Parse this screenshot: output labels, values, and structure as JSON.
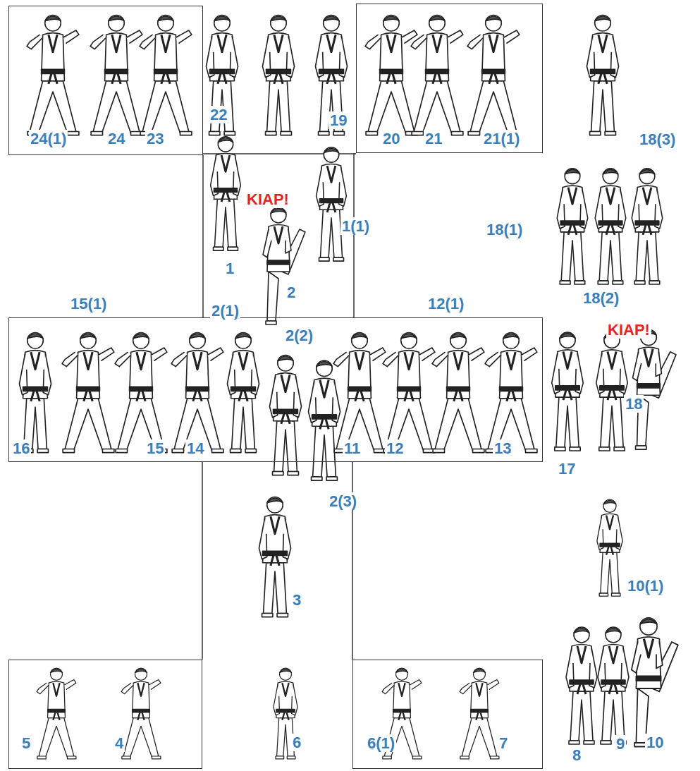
{
  "diagram": {
    "nodes": [
      {
        "text": [
          "24(1)",
          "24",
          "23"
        ]
      },
      {
        "text": [
          "20",
          "21",
          "21(1)"
        ]
      },
      {
        "text": [
          "16",
          "15",
          "14",
          "2(2)",
          "11",
          "12",
          "13"
        ]
      },
      {
        "text": [
          "5",
          "4"
        ]
      },
      {
        "text": [
          "6(1)",
          "7"
        ]
      }
    ],
    "edges": [
      {
        "from": 0,
        "to": 2,
        "arrow": "none"
      },
      {
        "from": 1,
        "to": 2,
        "arrow": "none"
      },
      {
        "from": 2,
        "to": 3,
        "arrow": "none"
      },
      {
        "from": 2,
        "to": 4,
        "arrow": "none"
      }
    ],
    "labels": [
      "22",
      "19",
      "18(3)",
      "1",
      "KIAP!",
      "1(1)",
      "18(1)",
      "18(2)",
      "2",
      "15(1)",
      "2(1)",
      "12(1)",
      "17",
      "KIAP!",
      "18",
      "2(3)",
      "3",
      "10(1)",
      "6",
      "8",
      "9",
      "10"
    ]
  }
}
